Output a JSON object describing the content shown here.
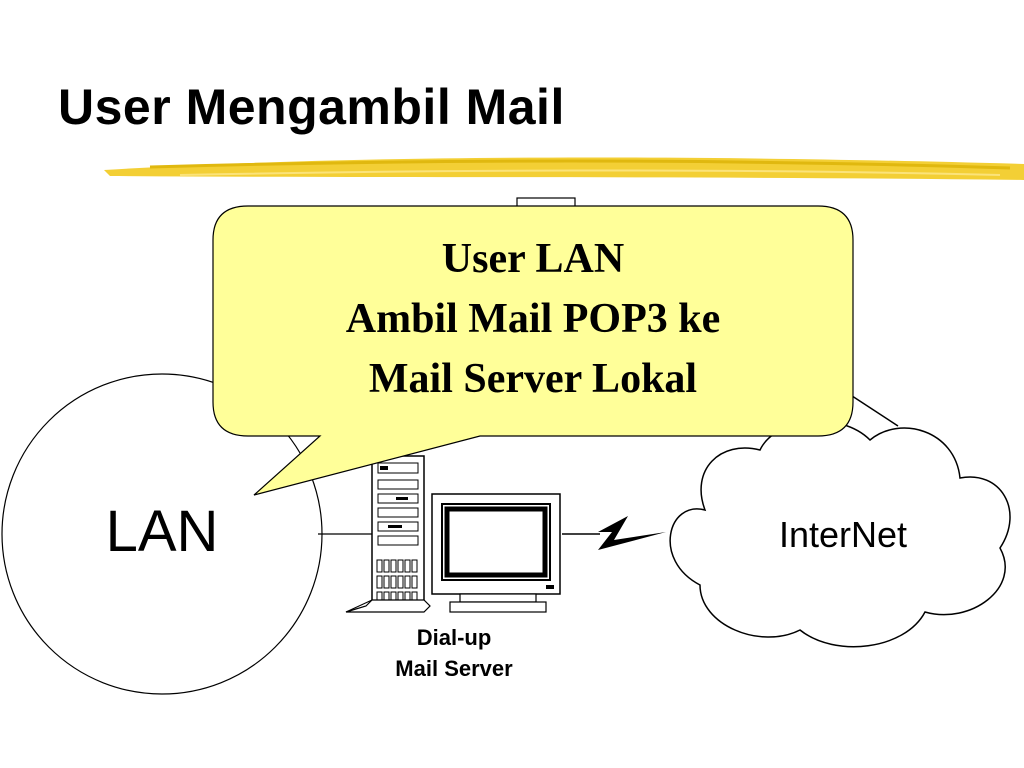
{
  "slide": {
    "title": "User Mengambil Mail"
  },
  "diagram": {
    "lan_label": "LAN",
    "internet_label": "InterNet",
    "server_label_line1": "Dial-up",
    "server_label_line2": "Mail Server",
    "callout_line1": "User LAN",
    "callout_line2": "Ambil Mail POP3 ke",
    "callout_line3": "Mail Server Lokal"
  },
  "colors": {
    "title_underline": "#f2cc2a",
    "callout_fill": "#ffff99",
    "background": "#ffffff",
    "outline": "#000000"
  }
}
